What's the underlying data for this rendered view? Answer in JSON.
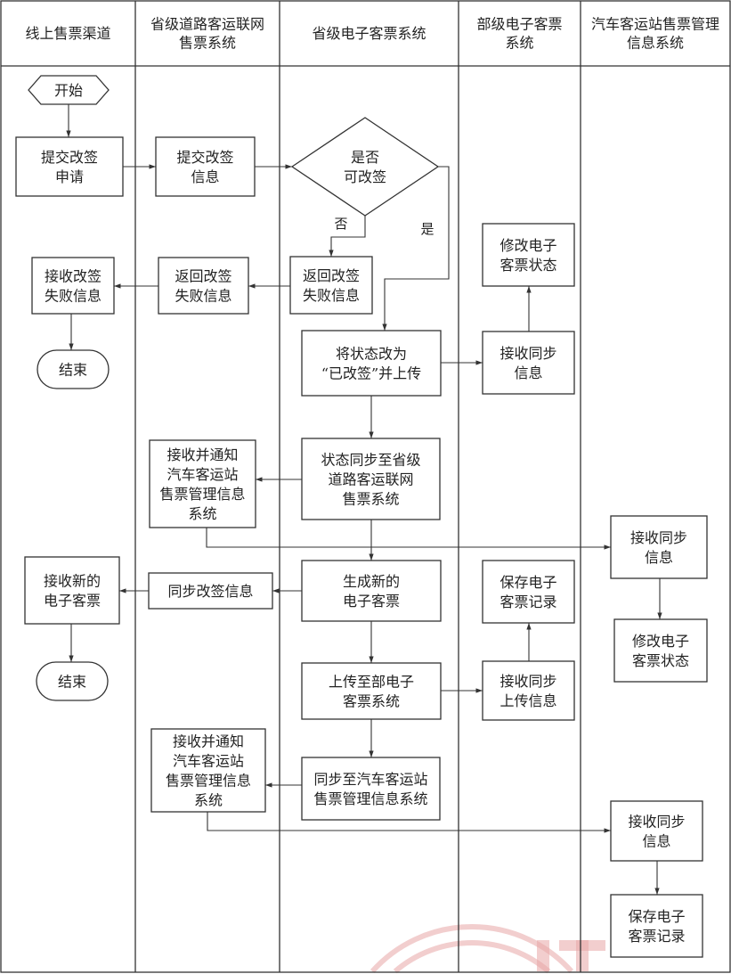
{
  "lanes": [
    {
      "id": "online",
      "title_lines": [
        "线上售票渠道"
      ]
    },
    {
      "id": "province_net",
      "title_lines": [
        "省级道路客运联网",
        "售票系统"
      ]
    },
    {
      "id": "province_eticket",
      "title_lines": [
        "省级电子客票系统"
      ]
    },
    {
      "id": "ministry_eticket",
      "title_lines": [
        "部级电子客票",
        "系统"
      ]
    },
    {
      "id": "station",
      "title_lines": [
        "汽车客运站售票管理",
        "信息系统"
      ]
    }
  ],
  "nodes": [
    {
      "id": "start",
      "shape": "hexagon",
      "lane": "online",
      "lines": [
        "开始"
      ]
    },
    {
      "id": "submit_request",
      "shape": "rect",
      "lane": "online",
      "lines": [
        "提交改签",
        "申请"
      ]
    },
    {
      "id": "submit_info",
      "shape": "rect",
      "lane": "province_net",
      "lines": [
        "提交改签",
        "信息"
      ]
    },
    {
      "id": "can_change",
      "shape": "diamond",
      "lane": "province_eticket",
      "lines": [
        "是否",
        "可改签"
      ]
    },
    {
      "id": "return_fail_1",
      "shape": "rect",
      "lane": "province_eticket",
      "lines": [
        "返回改签",
        "失败信息"
      ]
    },
    {
      "id": "return_fail_2",
      "shape": "rect",
      "lane": "province_net",
      "lines": [
        "返回改签",
        "失败信息"
      ]
    },
    {
      "id": "recv_fail",
      "shape": "rect",
      "lane": "online",
      "lines": [
        "接收改签",
        "失败信息"
      ]
    },
    {
      "id": "end_1",
      "shape": "terminal",
      "lane": "online",
      "lines": [
        "结束"
      ]
    },
    {
      "id": "set_status",
      "shape": "rect",
      "lane": "province_eticket",
      "lines": [
        "将状态改为",
        "“已改签”并上传"
      ]
    },
    {
      "id": "min_recv_sync",
      "shape": "rect",
      "lane": "ministry_eticket",
      "lines": [
        "接收同步",
        "信息"
      ]
    },
    {
      "id": "min_modify_status",
      "shape": "rect",
      "lane": "ministry_eticket",
      "lines": [
        "修改电子",
        "客票状态"
      ]
    },
    {
      "id": "sync_status",
      "shape": "rect",
      "lane": "province_eticket",
      "lines": [
        "状态同步至省级",
        "道路客运联网",
        "售票系统"
      ]
    },
    {
      "id": "notify_station_1",
      "shape": "rect",
      "lane": "province_net",
      "lines": [
        "接收并通知",
        "汽车客运站",
        "售票管理信息",
        "系统"
      ]
    },
    {
      "id": "station_recv_1",
      "shape": "rect",
      "lane": "station",
      "lines": [
        "接收同步",
        "信息"
      ]
    },
    {
      "id": "station_modify",
      "shape": "rect",
      "lane": "station",
      "lines": [
        "修改电子",
        "客票状态"
      ]
    },
    {
      "id": "gen_ticket",
      "shape": "rect",
      "lane": "province_eticket",
      "lines": [
        "生成新的",
        "电子客票"
      ]
    },
    {
      "id": "sync_change",
      "shape": "rect",
      "lane": "province_net",
      "lines": [
        "同步改签信息"
      ]
    },
    {
      "id": "recv_new",
      "shape": "rect",
      "lane": "online",
      "lines": [
        "接收新的",
        "电子客票"
      ]
    },
    {
      "id": "end_2",
      "shape": "terminal",
      "lane": "online",
      "lines": [
        "结束"
      ]
    },
    {
      "id": "upload_ministry",
      "shape": "rect",
      "lane": "province_eticket",
      "lines": [
        "上传至部电子",
        "客票系统"
      ]
    },
    {
      "id": "min_recv_upload",
      "shape": "rect",
      "lane": "ministry_eticket",
      "lines": [
        "接收同步",
        "上传信息"
      ]
    },
    {
      "id": "min_save",
      "shape": "rect",
      "lane": "ministry_eticket",
      "lines": [
        "保存电子",
        "客票记录"
      ]
    },
    {
      "id": "sync_station",
      "shape": "rect",
      "lane": "province_eticket",
      "lines": [
        "同步至汽车客运站",
        "售票管理信息系统"
      ]
    },
    {
      "id": "notify_station_2",
      "shape": "rect",
      "lane": "province_net",
      "lines": [
        "接收并通知",
        "汽车客运站",
        "售票管理信息",
        "系统"
      ]
    },
    {
      "id": "station_recv_2",
      "shape": "rect",
      "lane": "station",
      "lines": [
        "接收同步",
        "信息"
      ]
    },
    {
      "id": "station_save",
      "shape": "rect",
      "lane": "station",
      "lines": [
        "保存电子",
        "客票记录"
      ]
    }
  ],
  "edges": [
    {
      "from": "start",
      "to": "submit_request"
    },
    {
      "from": "submit_request",
      "to": "submit_info"
    },
    {
      "from": "submit_info",
      "to": "can_change"
    },
    {
      "from": "can_change",
      "to": "return_fail_1",
      "label": "否"
    },
    {
      "from": "can_change",
      "to": "set_status",
      "label": "是"
    },
    {
      "from": "return_fail_1",
      "to": "return_fail_2"
    },
    {
      "from": "return_fail_2",
      "to": "recv_fail"
    },
    {
      "from": "recv_fail",
      "to": "end_1"
    },
    {
      "from": "set_status",
      "to": "min_recv_sync"
    },
    {
      "from": "min_recv_sync",
      "to": "min_modify_status"
    },
    {
      "from": "set_status",
      "to": "sync_status"
    },
    {
      "from": "sync_status",
      "to": "notify_station_1"
    },
    {
      "from": "notify_station_1",
      "to": "station_recv_1"
    },
    {
      "from": "station_recv_1",
      "to": "station_modify"
    },
    {
      "from": "sync_status",
      "to": "gen_ticket"
    },
    {
      "from": "gen_ticket",
      "to": "sync_change"
    },
    {
      "from": "sync_change",
      "to": "recv_new"
    },
    {
      "from": "recv_new",
      "to": "end_2"
    },
    {
      "from": "gen_ticket",
      "to": "upload_ministry"
    },
    {
      "from": "upload_ministry",
      "to": "min_recv_upload"
    },
    {
      "from": "min_recv_upload",
      "to": "min_save"
    },
    {
      "from": "upload_ministry",
      "to": "sync_station"
    },
    {
      "from": "sync_station",
      "to": "notify_station_2"
    },
    {
      "from": "notify_station_2",
      "to": "station_recv_2"
    },
    {
      "from": "station_recv_2",
      "to": "station_save"
    }
  ],
  "decision_labels": {
    "no": "否",
    "yes": "是"
  },
  "watermark": {
    "text": "IT",
    "color": "#e8a5a5"
  }
}
